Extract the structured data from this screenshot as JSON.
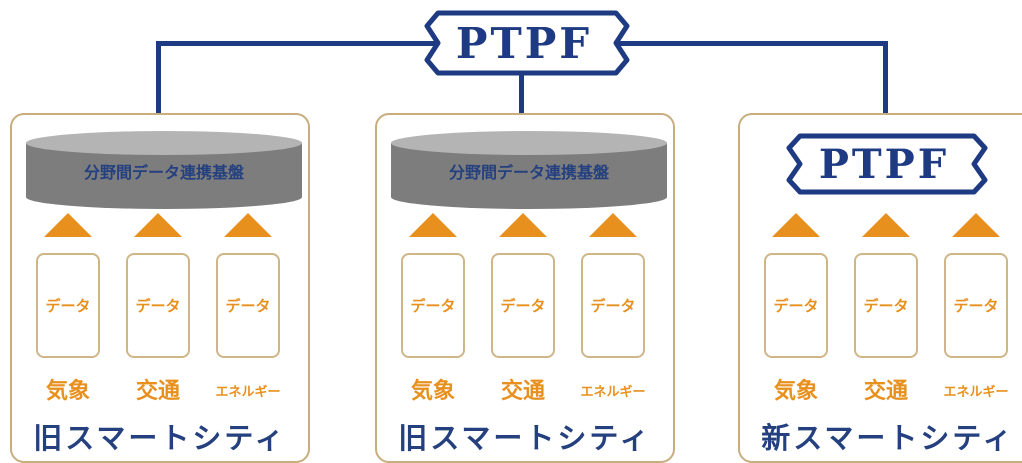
{
  "top_badge": {
    "label": "PTPF"
  },
  "panels": [
    {
      "type": "legacy",
      "platform_label": "分野間データ連携基盤",
      "cards": [
        {
          "data_label": "データ",
          "category": "気象"
        },
        {
          "data_label": "データ",
          "category": "交通"
        },
        {
          "data_label": "データ",
          "category": "エネルギー"
        }
      ],
      "city_label": "旧スマートシティ"
    },
    {
      "type": "legacy",
      "platform_label": "分野間データ連携基盤",
      "cards": [
        {
          "data_label": "データ",
          "category": "気象"
        },
        {
          "data_label": "データ",
          "category": "交通"
        },
        {
          "data_label": "データ",
          "category": "エネルギー"
        }
      ],
      "city_label": "旧スマートシティ"
    },
    {
      "type": "new",
      "platform_label": "PTPF",
      "cards": [
        {
          "data_label": "データ",
          "category": "気象"
        },
        {
          "data_label": "データ",
          "category": "交通"
        },
        {
          "data_label": "データ",
          "category": "エネルギー"
        }
      ],
      "city_label": "新スマートシティ"
    }
  ],
  "colors": {
    "navy": "#1e3a82",
    "orange": "#e8901e",
    "panel_border": "#c8ad7f",
    "cylinder_gray": "#7d7d7d"
  }
}
